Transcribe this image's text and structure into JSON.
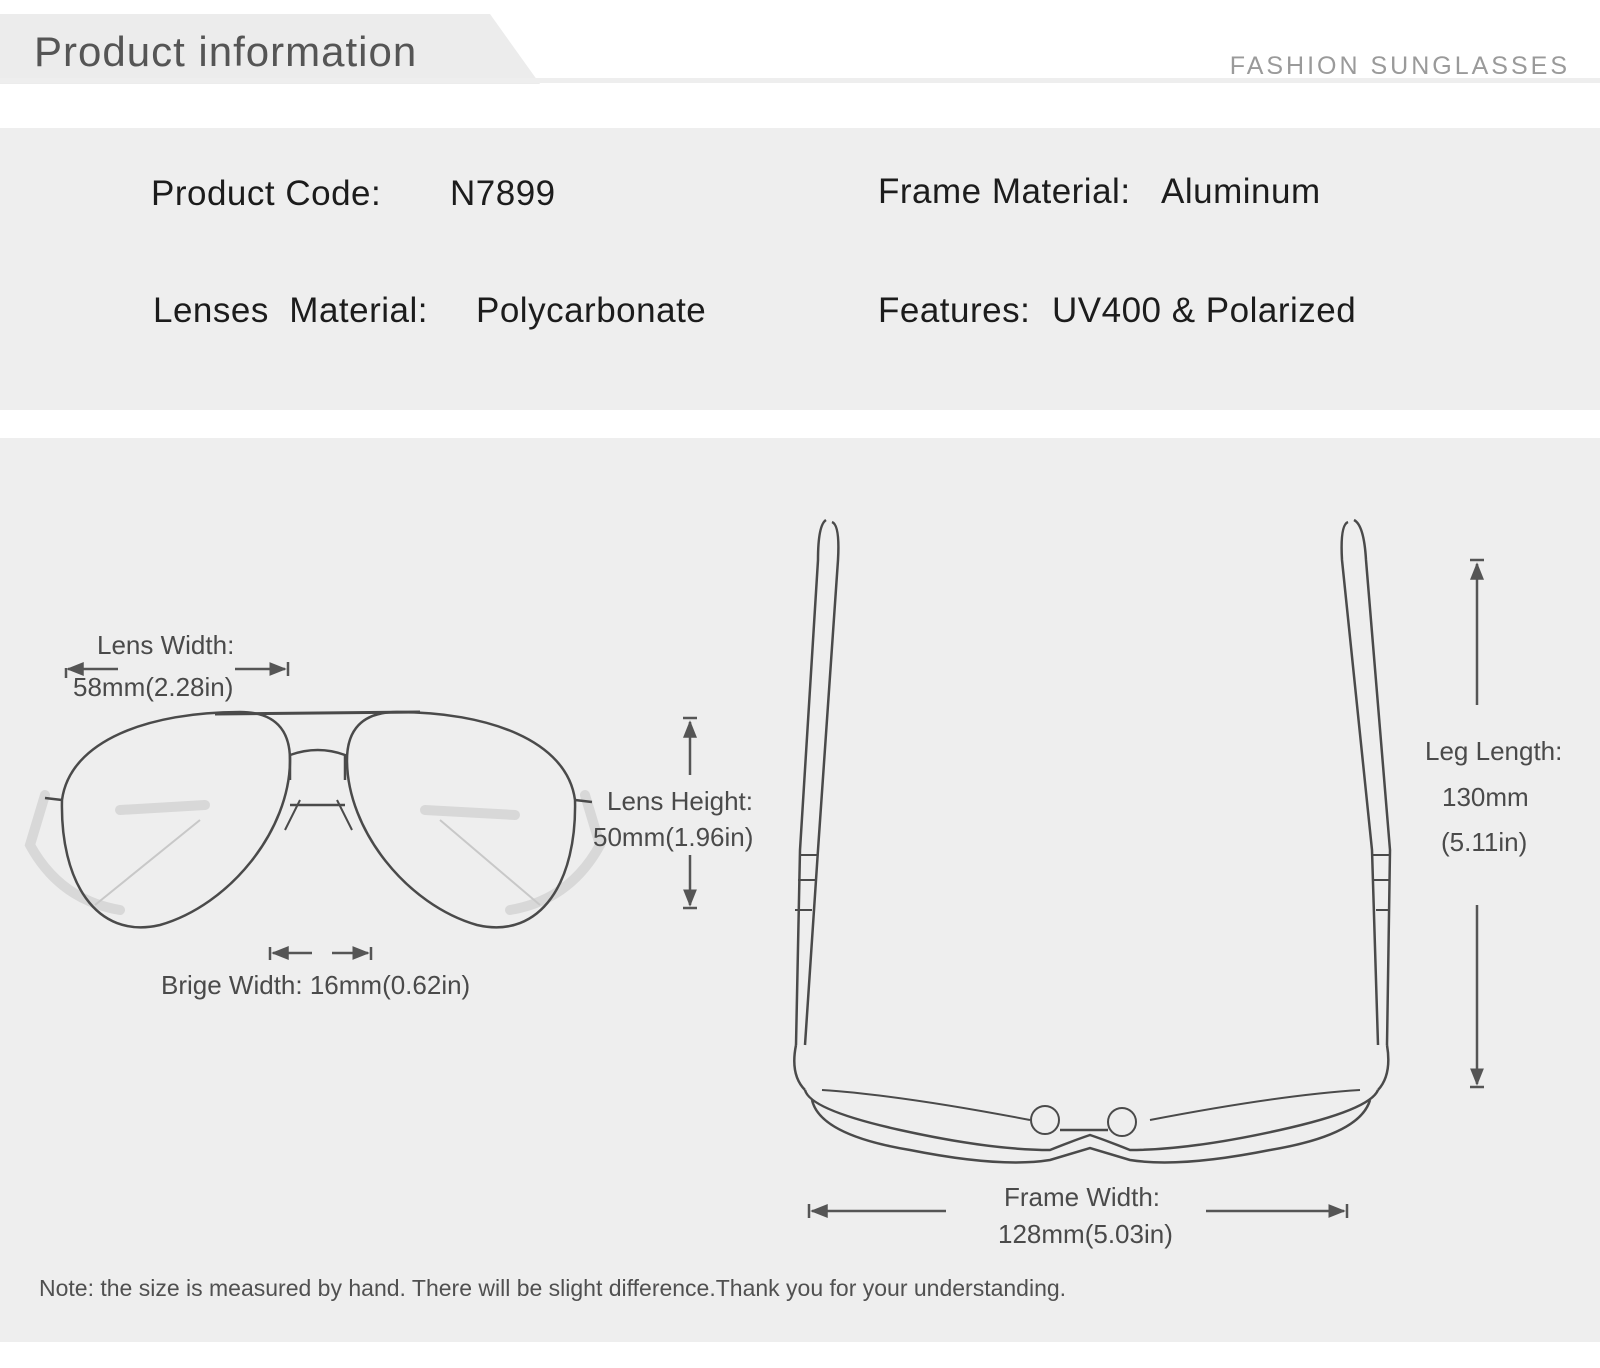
{
  "header": {
    "title": "Product information",
    "brand": "FASHION SUNGLASSES"
  },
  "info": {
    "product_code_label": "Product Code:",
    "product_code_value": "N7899",
    "frame_material_label": "Frame Material:",
    "frame_material_value": "Aluminum",
    "lenses_material_label": "Lenses  Material:",
    "lenses_material_value": "Polycarbonate",
    "features_label": "Features:",
    "features_value": "UV400 & Polarized"
  },
  "dimensions": {
    "lens_width_label": "Lens Width:",
    "lens_width_value": "58mm(2.28in)",
    "lens_height_label": "Lens Height:",
    "lens_height_value": "50mm(1.96in)",
    "bridge_width": "Brige Width: 16mm(0.62in)",
    "leg_length_label": "Leg Length:",
    "leg_length_value": "130mm",
    "leg_length_value_in": "(5.11in)",
    "frame_width_label": "Frame Width:",
    "frame_width_value": "128mm(5.03in)"
  },
  "note": "Note: the size is measured by hand. There will be slight difference.Thank you for your understanding.",
  "colors": {
    "panel_bg": "#eeeeee",
    "line": "#555555"
  },
  "icons": [
    "front-view-glasses-drawing",
    "top-view-glasses-drawing",
    "dimension-arrow"
  ]
}
